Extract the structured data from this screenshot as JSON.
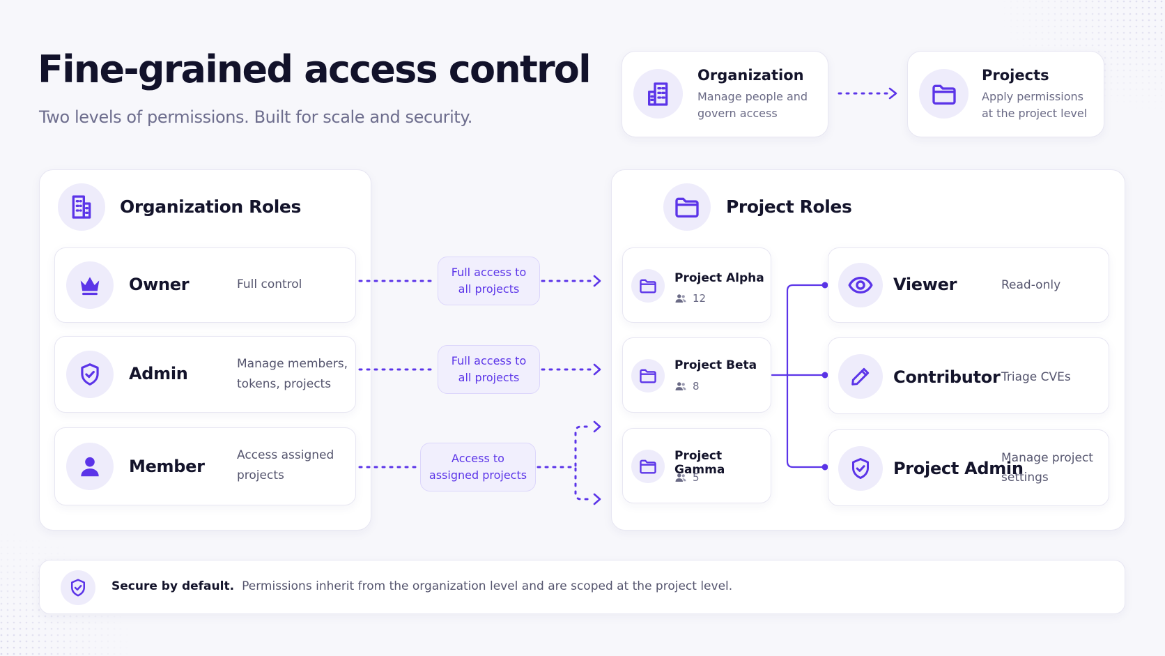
{
  "header": {
    "title": "Fine-grained access control",
    "subtitle": "Two levels of permissions. Built for scale and security."
  },
  "flow": {
    "organization": {
      "title": "Organization",
      "desc_line1": "Manage people and",
      "desc_line2": "govern access",
      "icon": "building-icon"
    },
    "projects": {
      "title": "Projects",
      "desc_line1": "Apply permissions",
      "desc_line2": "at the project level",
      "icon": "folder-icon"
    }
  },
  "org_panel": {
    "title": "Organization Roles",
    "roles": [
      {
        "name": "Owner",
        "desc_line1": "Full control",
        "desc_line2": "",
        "icon": "crown-icon"
      },
      {
        "name": "Admin",
        "desc_line1": "Manage members,",
        "desc_line2": "tokens, projects",
        "icon": "shield-check-icon"
      },
      {
        "name": "Member",
        "desc_line1": "Access assigned",
        "desc_line2": "projects",
        "icon": "user-icon"
      }
    ]
  },
  "connectors": [
    {
      "line1": "Full access to",
      "line2": "all projects"
    },
    {
      "line1": "Full access to",
      "line2": "all projects"
    },
    {
      "line1": "Access to",
      "line2": "assigned projects"
    }
  ],
  "project_panel": {
    "title": "Project Roles",
    "projects": [
      {
        "name": "Project Alpha",
        "members": "12"
      },
      {
        "name": "Project Beta",
        "members": "8"
      },
      {
        "name": "Project Gamma",
        "members": "5"
      }
    ],
    "roles": [
      {
        "name": "Viewer",
        "desc_line1": "Read-only",
        "desc_line2": "",
        "icon": "eye-icon"
      },
      {
        "name": "Contributor",
        "desc_line1": "Triage CVEs",
        "desc_line2": "",
        "icon": "pencil-icon"
      },
      {
        "name": "Project Admin",
        "desc_line1": "Manage project",
        "desc_line2": "settings",
        "icon": "shield-check-icon"
      }
    ]
  },
  "banner": {
    "strong": "Secure by default.",
    "text": "Permissions inherit from the organization level and are scoped at the project level."
  },
  "colors": {
    "accent": "#5b34e8",
    "icon_bg": "#eeecfb",
    "background": "#f7f7fb"
  }
}
